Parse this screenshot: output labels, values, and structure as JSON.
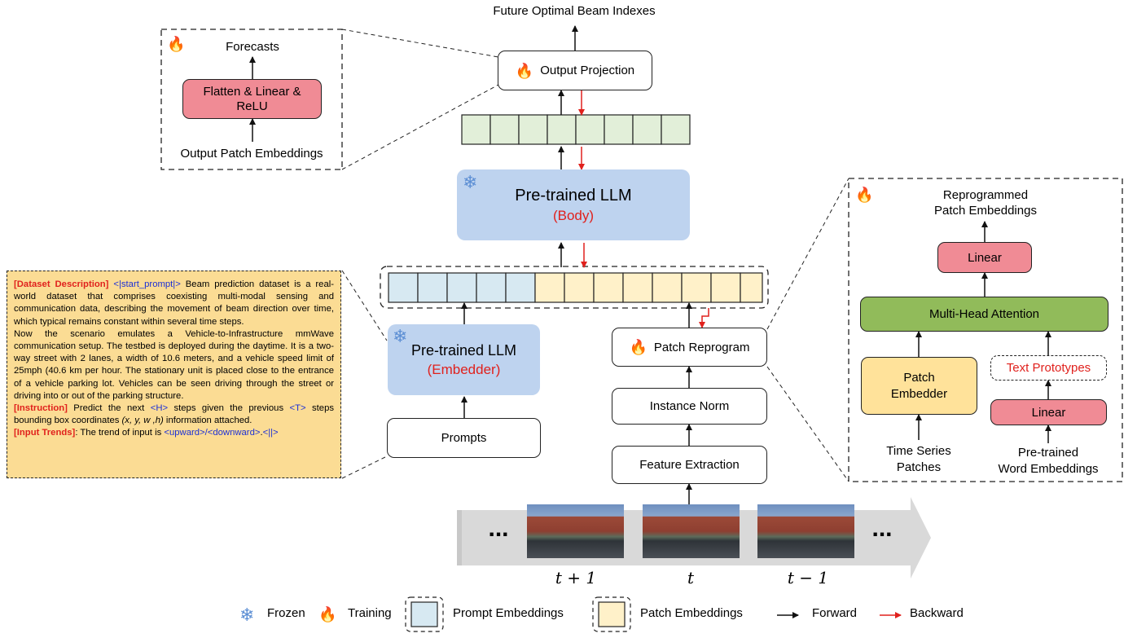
{
  "top": {
    "future": "Future Optimal Beam Indexes",
    "output_projection": "Output Projection"
  },
  "llm_body": {
    "title": "Pre-trained LLM",
    "sub": "(Body)"
  },
  "llm_embedder": {
    "title": "Pre-trained LLM",
    "sub": "(Embedder)"
  },
  "left_flow": {
    "prompts": "Prompts"
  },
  "right_flow": {
    "patch_reprogram": "Patch Reprogram",
    "instance_norm": "Instance Norm",
    "feature_extraction": "Feature Extraction"
  },
  "inset_output": {
    "forecasts": "Forecasts",
    "flatten_line1": "Flatten & Linear &",
    "flatten_line2": "ReLU",
    "output_embeddings": "Output Patch Embeddings"
  },
  "inset_reprogram": {
    "reprog_line1": "Reprogrammed",
    "reprog_line2": "Patch Embeddings",
    "linear_top": "Linear",
    "mha": "Multi-Head Attention",
    "patch_embedder_line1": "Patch",
    "patch_embedder_line2": "Embedder",
    "text_prototypes": "Text Prototypes",
    "linear_bottom": "Linear",
    "ts_line1": "Time Series",
    "ts_line2": "Patches",
    "word_line1": "Pre-trained",
    "word_line2": "Word Embeddings"
  },
  "prompt": {
    "dataset_tag": "[Dataset Description]",
    "start_token": "<|start_prompt|>",
    "dataset_text": " Beam prediction dataset is a real-world dataset that comprises coexisting multi-modal sensing and communication data, describing the movement of beam direction over time, which typical remains constant within several time steps.",
    "scenario_text": "Now the scenario emulates a Vehicle-to-Infrastructure mmWave communication setup. The testbed is deployed during the daytime. It is a two-way street with 2 lanes, a width of 10.6 meters, and a vehicle speed limit of 25mph (40.6 km per hour. The stationary unit is placed close to the entrance of a vehicle parking lot. Vehicles can be seen driving through the street or driving into or out of the parking structure.",
    "instruction_tag": "[Instruction]",
    "instruction_a": " Predict the next ",
    "h_token": "<H>",
    "instruction_b": " steps given the previous ",
    "t_token": "<T>",
    "instruction_c": " steps bounding box coordinates ",
    "coords": "(x, y, w ,h)",
    "instruction_d": " information attached.",
    "trend_tag": "[Input Trends]",
    "trend_a": ": The trend of input is ",
    "trend_token": "<upward>/<downward>",
    "trend_b": ".",
    "end_token": "<||>"
  },
  "timeline": {
    "ellipsis_left": "...",
    "ellipsis_right": "...",
    "t_plus": "t + 1",
    "t": "t",
    "t_minus": "t − 1"
  },
  "legend": {
    "frozen": "Frozen",
    "training": "Training",
    "prompt_emb": "Prompt Embeddings",
    "patch_emb": "Patch Embeddings",
    "forward": "Forward",
    "backward": "Backward"
  },
  "icons": {
    "frozen": "snowflake-icon",
    "training": "flame-icon"
  },
  "colors": {
    "prompt_cell": "#d7e9f2",
    "patch_cell": "#fff1c9",
    "output_cell": "#e2efd9",
    "llm": "#bed3ef",
    "backward": "#e0211d"
  }
}
